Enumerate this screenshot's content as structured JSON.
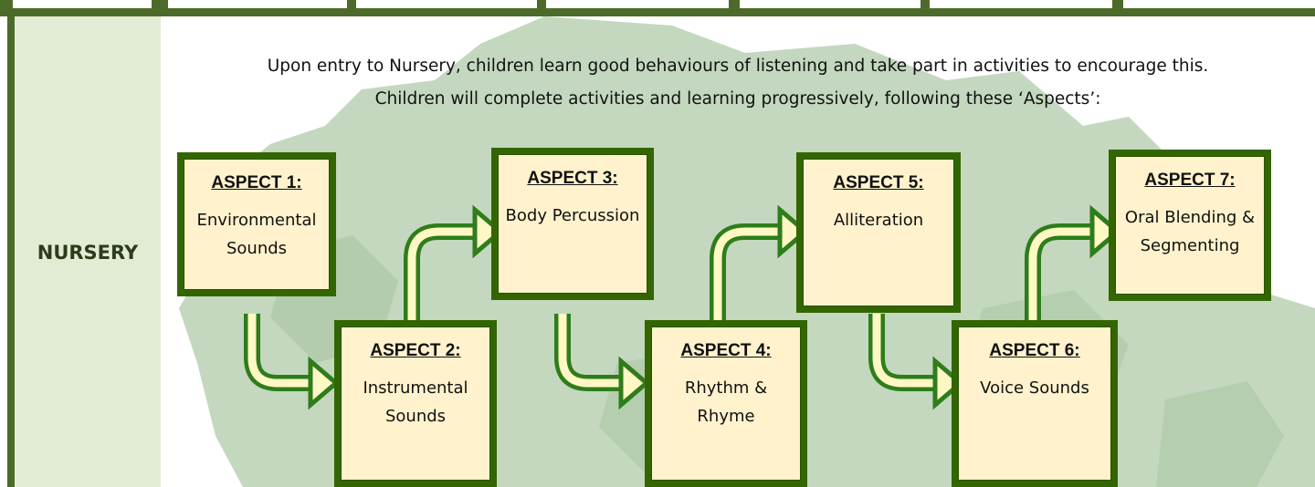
{
  "row_label": "NURSERY",
  "intro": {
    "line1": "Upon entry to Nursery, children learn good behaviours of listening and take part in activities to encourage this.",
    "line2": "Children will complete activities and learning progressively, following these ‘Aspects’:"
  },
  "aspects": [
    {
      "heading": "ASPECT 1:",
      "text": "Environmental Sounds"
    },
    {
      "heading": "ASPECT 2:",
      "text": "Instrumental Sounds"
    },
    {
      "heading": "ASPECT 3:",
      "text": "Body Percussion"
    },
    {
      "heading": "ASPECT 4:",
      "text": "Rhythm & Rhyme"
    },
    {
      "heading": "ASPECT 5:",
      "text": "Alliteration"
    },
    {
      "heading": "ASPECT 6:",
      "text": "Voice Sounds"
    },
    {
      "heading": "ASPECT 7:",
      "text": "Oral Blending & Segmenting"
    }
  ],
  "colors": {
    "frame_green": "#4c6b29",
    "box_border": "#336600",
    "box_fill": "#fff2cc",
    "label_fill": "#e2ecd4",
    "arrow_green": "#2e7d1a",
    "arrow_fill": "#fff8c4"
  }
}
